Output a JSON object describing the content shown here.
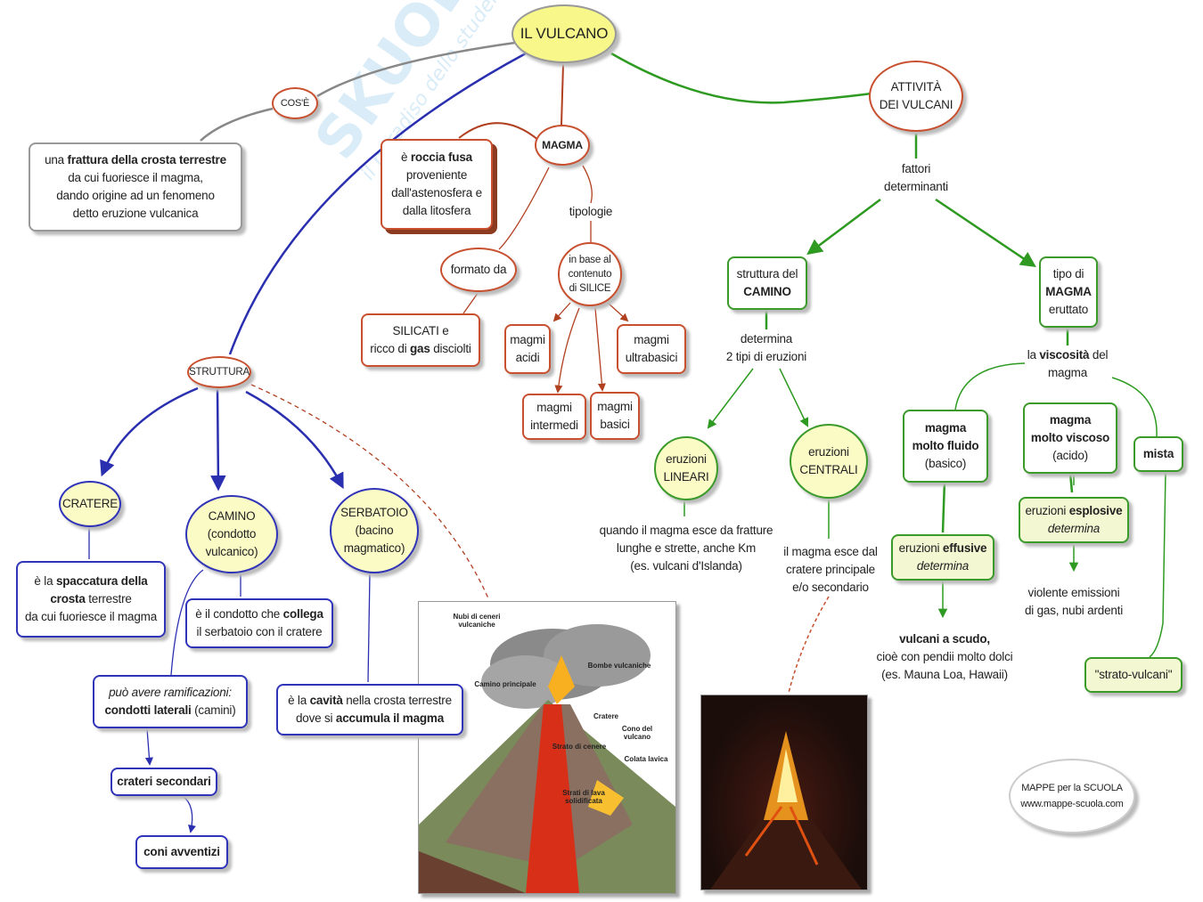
{
  "watermark": {
    "brand": "SKUOLA.net",
    "tagline": "il paradiso dello studente"
  },
  "nodes": [
    {
      "id": "title",
      "name": "main-topic-il-vulcano",
      "lines": [
        [
          "IL VULCANO"
        ]
      ]
    },
    {
      "id": "cose",
      "name": "link-cos-e",
      "lines": [
        [
          "COS'È"
        ]
      ]
    },
    {
      "id": "def",
      "name": "definition-box",
      "lines": [
        [
          "una ",
          {
            "b": "frattura della crosta terrestre"
          }
        ],
        [
          "da cui fuoriesce il magma,"
        ],
        [
          "dando origine ad un fenomeno"
        ],
        [
          "detto eruzione vulcanica"
        ]
      ]
    },
    {
      "id": "magma",
      "name": "node-magma",
      "lines": [
        [
          {
            "b": "MAGMA"
          }
        ]
      ]
    },
    {
      "id": "roccia",
      "name": "roccia-fusa-box",
      "lines": [
        [
          "è ",
          {
            "b": "roccia fusa"
          }
        ],
        [
          "proveniente"
        ],
        [
          "dall'astenosfera e"
        ],
        [
          "dalla litosfera"
        ]
      ]
    },
    {
      "id": "formato",
      "name": "link-formato-da",
      "lines": [
        [
          "formato da"
        ]
      ]
    },
    {
      "id": "silicati",
      "name": "silicati-box",
      "lines": [
        [
          "SILICATI e"
        ],
        [
          "ricco di ",
          {
            "b": "gas"
          },
          " disciolti"
        ]
      ]
    },
    {
      "id": "tipologie",
      "name": "label-tipologie",
      "lines": [
        [
          "tipologie"
        ]
      ]
    },
    {
      "id": "silice",
      "name": "node-contenuto-silice",
      "lines": [
        [
          "in base al"
        ],
        [
          "contenuto"
        ],
        [
          "di SILICE"
        ]
      ]
    },
    {
      "id": "acidi",
      "name": "magmi-acidi",
      "lines": [
        [
          "magmi"
        ],
        [
          "acidi"
        ]
      ]
    },
    {
      "id": "ultra",
      "name": "magmi-ultrabasici",
      "lines": [
        [
          "magmi"
        ],
        [
          "ultrabasici"
        ]
      ]
    },
    {
      "id": "interm",
      "name": "magmi-intermedi",
      "lines": [
        [
          "magmi"
        ],
        [
          "intermedi"
        ]
      ]
    },
    {
      "id": "basici",
      "name": "magmi-basici",
      "lines": [
        [
          "magmi"
        ],
        [
          "basici"
        ]
      ]
    },
    {
      "id": "attivita",
      "name": "node-attivita-dei-vulcani",
      "lines": [
        [
          "ATTIVITÀ"
        ],
        [
          "DEI VULCANI"
        ]
      ]
    },
    {
      "id": "fattori",
      "name": "label-fattori-determinanti",
      "lines": [
        [
          "fattori"
        ],
        [
          "determinanti"
        ]
      ]
    },
    {
      "id": "strcam",
      "name": "node-struttura-del-camino",
      "lines": [
        [
          "struttura del"
        ],
        [
          {
            "b": "CAMINO"
          }
        ]
      ]
    },
    {
      "id": "tipomag",
      "name": "node-tipo-di-magma",
      "lines": [
        [
          "tipo di"
        ],
        [
          {
            "b": "MAGMA"
          }
        ],
        [
          "eruttato"
        ]
      ]
    },
    {
      "id": "determina2",
      "name": "label-determina-2-tipi",
      "lines": [
        [
          "determina"
        ],
        [
          "2 tipi di eruzioni"
        ]
      ]
    },
    {
      "id": "viscosita",
      "name": "label-viscosita",
      "lines": [
        [
          "la ",
          {
            "b": "viscosità"
          },
          " del"
        ],
        [
          "magma"
        ]
      ]
    },
    {
      "id": "lineari",
      "name": "node-eruzioni-lineari",
      "lines": [
        [
          "eruzioni"
        ],
        [
          "LINEARI"
        ]
      ]
    },
    {
      "id": "centrali",
      "name": "node-eruzioni-centrali",
      "lines": [
        [
          "eruzioni"
        ],
        [
          "CENTRALI"
        ]
      ]
    },
    {
      "id": "lintxt",
      "name": "text-eruzioni-lineari",
      "lines": [
        [
          "quando il magma esce da fratture"
        ],
        [
          "lunghe e strette, anche Km"
        ],
        [
          "(es. vulcani d'Islanda)"
        ]
      ]
    },
    {
      "id": "centxt",
      "name": "text-eruzioni-centrali",
      "lines": [
        [
          "il magma esce dal"
        ],
        [
          "cratere principale"
        ],
        [
          "e/o secondario"
        ]
      ]
    },
    {
      "id": "fluido",
      "name": "node-magma-molto-fluido",
      "lines": [
        [
          {
            "b": "magma"
          }
        ],
        [
          {
            "b": "molto fluido"
          }
        ],
        [
          "(basico)"
        ]
      ]
    },
    {
      "id": "viscoso",
      "name": "node-magma-molto-viscoso",
      "lines": [
        [
          {
            "b": "magma"
          }
        ],
        [
          {
            "b": "molto viscoso"
          }
        ],
        [
          "(acido)"
        ]
      ]
    },
    {
      "id": "mista",
      "name": "node-mista",
      "lines": [
        [
          {
            "b": "mista"
          }
        ]
      ]
    },
    {
      "id": "effusive",
      "name": "node-eruzioni-effusive",
      "lines": [
        [
          "eruzioni ",
          {
            "b": "effusive"
          }
        ],
        [
          {
            "i": "determina"
          }
        ]
      ]
    },
    {
      "id": "esplosive",
      "name": "node-eruzioni-esplosive",
      "lines": [
        [
          "eruzioni ",
          {
            "b": "esplosive"
          }
        ],
        [
          {
            "i": "determina"
          }
        ]
      ]
    },
    {
      "id": "scudo",
      "name": "text-vulcani-a-scudo",
      "lines": [
        [
          {
            "b": "vulcani a scudo,"
          }
        ],
        [
          "cioè con pendii molto dolci"
        ],
        [
          "(es. Mauna Loa, Hawaii)"
        ]
      ]
    },
    {
      "id": "violente",
      "name": "text-violente-emissioni",
      "lines": [
        [
          "violente emissioni"
        ],
        [
          "di gas, nubi ardenti"
        ]
      ]
    },
    {
      "id": "strato",
      "name": "node-strato-vulcani",
      "lines": [
        [
          "\"strato-vulcani\""
        ]
      ]
    },
    {
      "id": "struttura",
      "name": "node-struttura",
      "lines": [
        [
          "STRUTTURA"
        ]
      ]
    },
    {
      "id": "cratere",
      "name": "node-cratere",
      "lines": [
        [
          "CRATERE"
        ]
      ]
    },
    {
      "id": "camino",
      "name": "node-camino",
      "lines": [
        [
          "CAMINO"
        ],
        [
          "(condotto"
        ],
        [
          "vulcanico)"
        ]
      ]
    },
    {
      "id": "serbatoio",
      "name": "node-serbatoio",
      "lines": [
        [
          "SERBATOIO"
        ],
        [
          "(bacino"
        ],
        [
          "magmatico)"
        ]
      ]
    },
    {
      "id": "cratdesc",
      "name": "cratere-description",
      "lines": [
        [
          "è la ",
          {
            "b": "spaccatura della"
          }
        ],
        [
          {
            "b": "crosta"
          },
          " terrestre"
        ],
        [
          "da cui fuoriesce il magma"
        ]
      ]
    },
    {
      "id": "camdesc",
      "name": "camino-description",
      "lines": [
        [
          "è il condotto che ",
          {
            "b": "collega"
          }
        ],
        [
          "il serbatoio con il cratere"
        ]
      ]
    },
    {
      "id": "ramif",
      "name": "ramificazioni-box",
      "lines": [
        [
          {
            "i": "può avere ramificazioni:"
          }
        ],
        [
          {
            "b": "condotti laterali"
          },
          " (camini)"
        ]
      ]
    },
    {
      "id": "secondari",
      "name": "crateri-secondari-box",
      "lines": [
        [
          {
            "b": "crateri secondari"
          }
        ]
      ]
    },
    {
      "id": "avventizi",
      "name": "coni-avventizi-box",
      "lines": [
        [
          {
            "b": "coni avventizi"
          }
        ]
      ]
    },
    {
      "id": "serbdesc",
      "name": "serbatoio-description",
      "lines": [
        [
          "è la ",
          {
            "b": "cavità"
          },
          " nella crosta terrestre"
        ],
        [
          "dove si ",
          {
            "b": "accumula il magma"
          }
        ]
      ]
    },
    {
      "id": "mappe",
      "name": "credits-mappe-scuola",
      "lines": [
        [
          "MAPPE per la SCUOLA"
        ],
        [
          "www.mappe-scuola.com"
        ]
      ]
    }
  ],
  "diagram_labels": [
    "Nubi di ceneri vulcaniche",
    "Camino principale",
    "Bombe vulcaniche",
    "Cratere",
    "Cono del vulcano",
    "Strato di cenere",
    "Colata lavica",
    "Strati di lava solidificata"
  ],
  "colors": {
    "red": "#c8502f",
    "blue": "#3034b8",
    "green": "#3a9a2a",
    "title_fill": "#f8f88a"
  }
}
